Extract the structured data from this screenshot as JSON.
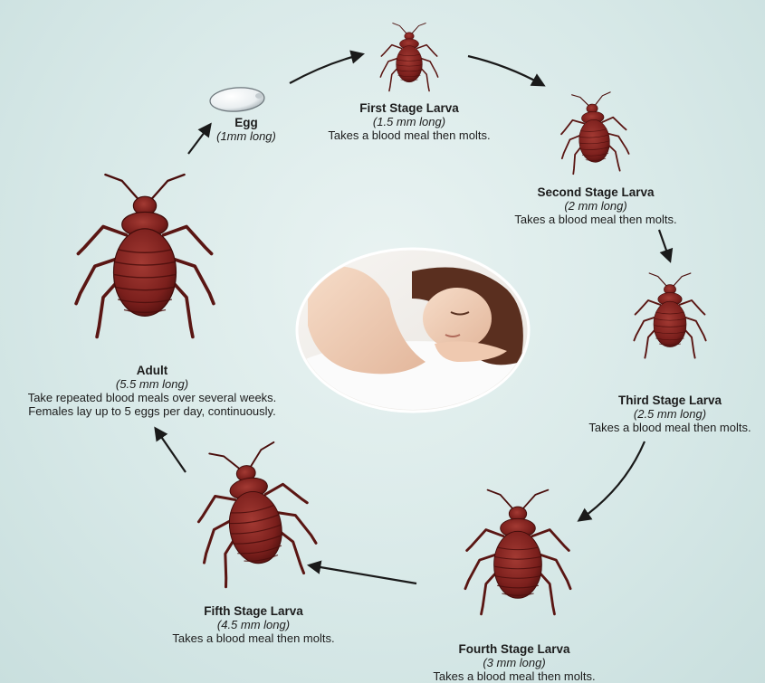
{
  "colors": {
    "bug_body": "#7a1f1c",
    "bug_dark": "#4a0e0c",
    "bug_leg": "#5a1613",
    "arrow": "#1a1a1a",
    "background": "#d8e9e8"
  },
  "stages": {
    "egg": {
      "title": "Egg",
      "size": "(1mm long)",
      "desc": ""
    },
    "first": {
      "title": "First Stage Larva",
      "size": "(1.5 mm long)",
      "desc": "Takes a blood meal then molts."
    },
    "second": {
      "title": "Second Stage Larva",
      "size": "(2 mm long)",
      "desc": "Takes a blood meal then molts."
    },
    "third": {
      "title": "Third Stage Larva",
      "size": "(2.5 mm long)",
      "desc": "Takes a blood meal then molts."
    },
    "fourth": {
      "title": "Fourth Stage Larva",
      "size": "(3 mm long)",
      "desc": "Takes a blood meal then molts."
    },
    "fifth": {
      "title": "Fifth Stage Larva",
      "size": "(4.5 mm long)",
      "desc": "Takes a blood meal then molts."
    },
    "adult": {
      "title": "Adult",
      "size": "(5.5 mm long)",
      "desc": "Take repeated blood meals over several weeks.",
      "desc2": "Females lay up to 5 eggs per day, continuously."
    }
  },
  "center_image": {
    "icon": "sleeping-woman-photo"
  }
}
